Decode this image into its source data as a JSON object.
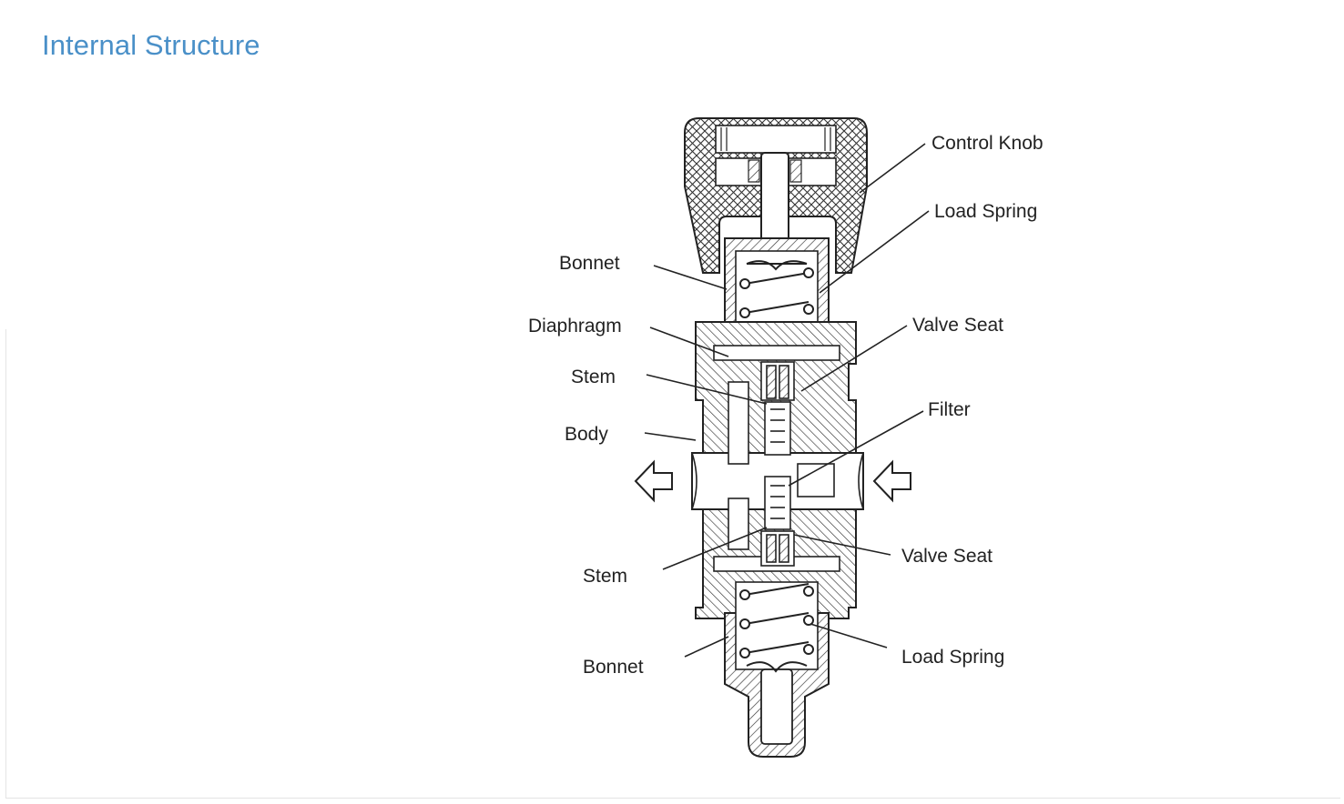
{
  "section": {
    "title": "Internal Structure"
  },
  "diagram": {
    "labels": {
      "control_knob": "Control Knob",
      "load_spring_top": "Load Spring",
      "bonnet_top": "Bonnet",
      "diaphragm": "Diaphragm",
      "valve_seat_top": "Valve Seat",
      "stem_top": "Stem",
      "filter": "Filter",
      "body": "Body",
      "stem_bottom": "Stem",
      "valve_seat_bottom": "Valve Seat",
      "load_spring_bottom": "Load Spring",
      "bonnet_bottom": "Bonnet"
    },
    "arrows": {
      "outlet": "left-arrow-icon",
      "inlet": "left-arrow-icon"
    }
  }
}
